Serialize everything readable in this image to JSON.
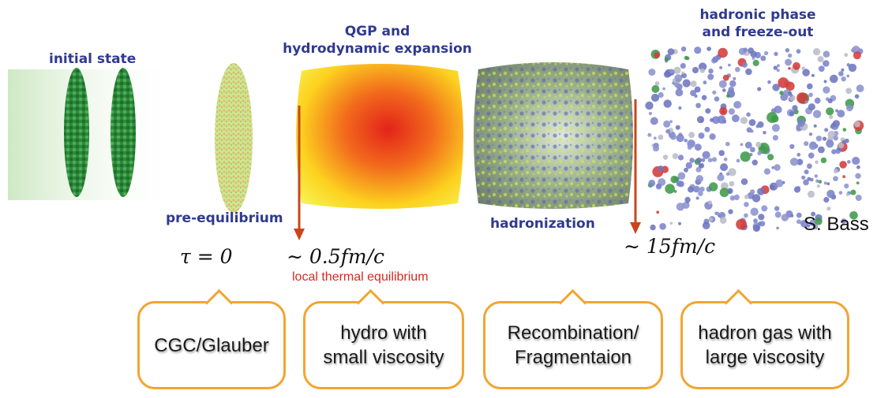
{
  "stages": {
    "initial_state": "initial state",
    "pre_equilibrium": "pre-equilibrium",
    "qgp": "QGP and\nhydrodynamic expansion",
    "hadronization": "hadronization",
    "hadronic_phase": "hadronic phase\nand freeze-out"
  },
  "timeline": {
    "tau0": "τ = 0",
    "t_thermal": "∼ 0.5fm/c",
    "t_freezeout": "∼ 15fm/c",
    "thermal_note": "local thermal equilibrium"
  },
  "credit": "S. Bass",
  "models": [
    "CGC/Glauber",
    "hydro with\nsmall viscosity",
    "Recombination/\nFragmentaion",
    "hadron gas with\nlarge viscosity"
  ],
  "colors": {
    "label_blue": "#2f3a8f",
    "arrow": "#c9461a",
    "note_red": "#d42a1e",
    "callout_border": "#f2a531",
    "nucleus_green": "#2f8a3a",
    "qgp_core": "#e02a1a",
    "qgp_edge": "#fff23a"
  }
}
